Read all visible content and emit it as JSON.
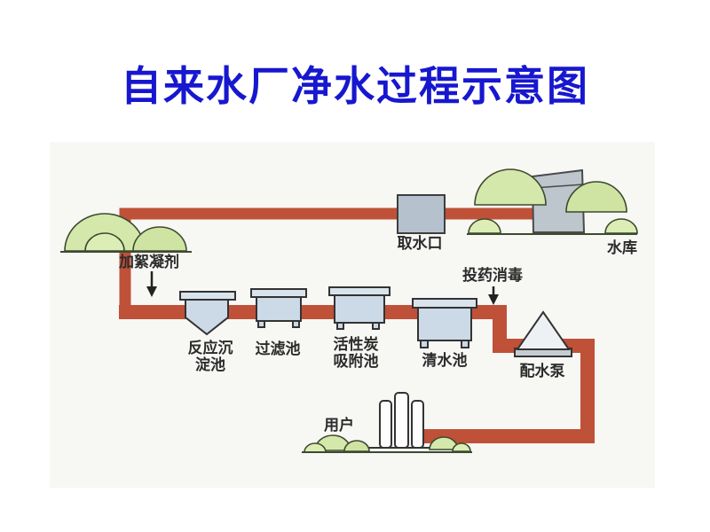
{
  "title": "自来水厂净水过程示意图",
  "diagram": {
    "flocculant_label": "加絮凝剂",
    "intake_label": "取水口",
    "reservoir_label": "水库",
    "sedimentation_label_line1": "反应沉",
    "sedimentation_label_line2": "淀池",
    "filtration_label": "过滤池",
    "carbon_label_line1": "活性炭",
    "carbon_label_line2": "吸附池",
    "dosing_label": "投药消毒",
    "clearwater_label": "清水池",
    "pump_label": "配水泵",
    "users_label": "用户"
  },
  "colors": {
    "title_text": "#1717cf",
    "pipe": "#bf5138",
    "tank_fill": "#ccd9e6",
    "tank_rim_fill": "#d9e3ec",
    "tree_fill": "#d4e8ab",
    "water_fill": "#bdc5cd",
    "label_text": "#2b2b2b"
  }
}
